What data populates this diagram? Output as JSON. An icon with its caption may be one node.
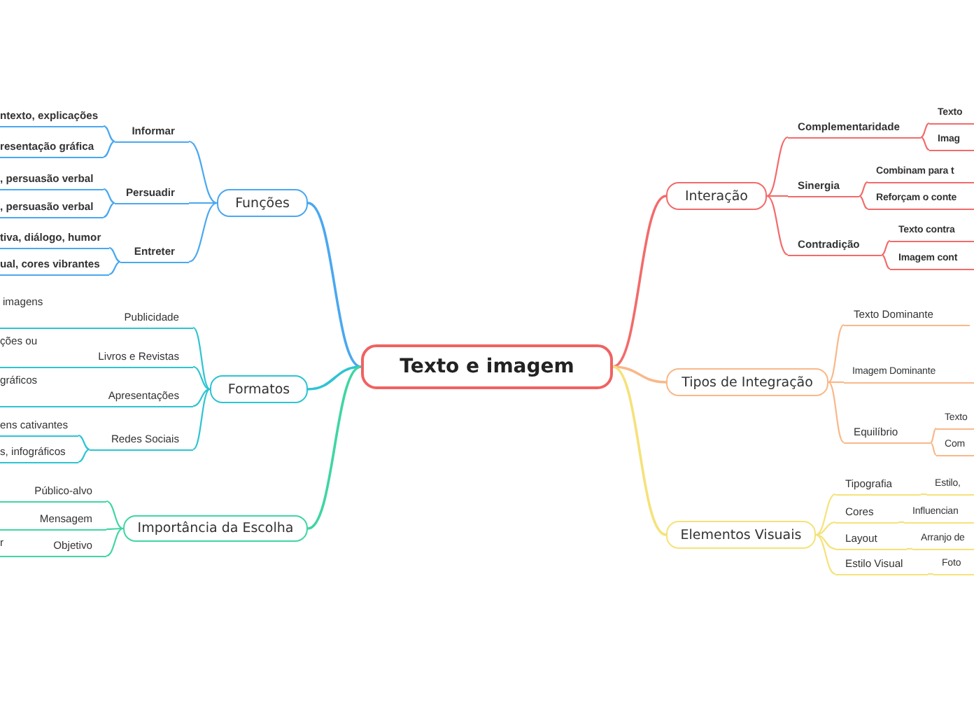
{
  "diagram": {
    "nodes": [
      {
        "text": [
          "Texto e imagem"
        ]
      },
      {
        "text": [
          "Funções"
        ]
      },
      {
        "text": [
          "Informar"
        ]
      },
      {
        "text": [
          "ntexto, explicações"
        ]
      },
      {
        "text": [
          "resentação gráfica"
        ]
      },
      {
        "text": [
          "Persuadir"
        ]
      },
      {
        "text": [
          ", persuasão verbal"
        ]
      },
      {
        "text": [
          ", persuasão verbal"
        ]
      },
      {
        "text": [
          "Entreter"
        ]
      },
      {
        "text": [
          "tiva, diálogo, humor"
        ]
      },
      {
        "text": [
          "ual, cores vibrantes"
        ]
      },
      {
        "text": [
          "Formatos"
        ]
      },
      {
        "text": [
          "Publicidade"
        ]
      },
      {
        "text": [
          "Livros e Revistas"
        ]
      },
      {
        "text": [
          "Apresentações"
        ]
      },
      {
        "text": [
          "Redes Sociais"
        ]
      },
      {
        "text": [
          "ens cativantes"
        ]
      },
      {
        "text": [
          "s, infográficos"
        ]
      },
      {
        "text": [
          "Importância da Escolha"
        ]
      },
      {
        "text": [
          "Público-alvo"
        ]
      },
      {
        "text": [
          "Mensagem"
        ]
      },
      {
        "text": [
          "Objetivo"
        ]
      },
      {
        "text": [
          "Interação"
        ]
      },
      {
        "text": [
          "Complementaridade"
        ]
      },
      {
        "text": [
          "Texto"
        ]
      },
      {
        "text": [
          "Imag"
        ]
      },
      {
        "text": [
          "Sinergia"
        ]
      },
      {
        "text": [
          "Combinam para t"
        ]
      },
      {
        "text": [
          "Reforçam o conte"
        ]
      },
      {
        "text": [
          "Contradição"
        ]
      },
      {
        "text": [
          "Texto contra"
        ]
      },
      {
        "text": [
          "Imagem cont"
        ]
      },
      {
        "text": [
          "Tipos de Integração"
        ]
      },
      {
        "text": [
          "Texto Dominante"
        ]
      },
      {
        "text": [
          "Imagem Dominante"
        ]
      },
      {
        "text": [
          "Equilíbrio"
        ]
      },
      {
        "text": [
          "Texto"
        ]
      },
      {
        "text": [
          "Com"
        ]
      },
      {
        "text": [
          "Elementos Visuais"
        ]
      },
      {
        "text": [
          "Tipografia"
        ]
      },
      {
        "text": [
          "Estilo,"
        ]
      },
      {
        "text": [
          "Cores"
        ]
      },
      {
        "text": [
          "Influencian"
        ]
      },
      {
        "text": [
          "Layout"
        ]
      },
      {
        "text": [
          "Arranjo de"
        ]
      },
      {
        "text": [
          "Estilo Visual"
        ]
      },
      {
        "text": [
          "Foto"
        ]
      }
    ],
    "edges": [
      {
        "from": 0,
        "to": 1,
        "arrow": "none",
        "color": "#4aa8f0"
      },
      {
        "from": 1,
        "to": 2,
        "arrow": "none",
        "color": "#4aa8f0"
      },
      {
        "from": 2,
        "to": 3,
        "arrow": "none",
        "color": "#4aa8f0"
      },
      {
        "from": 2,
        "to": 4,
        "arrow": "none",
        "color": "#4aa8f0"
      },
      {
        "from": 1,
        "to": 5,
        "arrow": "none",
        "color": "#4aa8f0"
      },
      {
        "from": 5,
        "to": 6,
        "arrow": "none",
        "color": "#4aa8f0"
      },
      {
        "from": 5,
        "to": 7,
        "arrow": "none",
        "color": "#4aa8f0"
      },
      {
        "from": 1,
        "to": 8,
        "arrow": "none",
        "color": "#4aa8f0"
      },
      {
        "from": 8,
        "to": 9,
        "arrow": "none",
        "color": "#4aa8f0"
      },
      {
        "from": 8,
        "to": 10,
        "arrow": "none",
        "color": "#4aa8f0"
      },
      {
        "from": 0,
        "to": 11,
        "arrow": "none",
        "color": "#2ec4d2"
      },
      {
        "from": 11,
        "to": 12,
        "arrow": "none",
        "color": "#2ec4d2"
      },
      {
        "from": 11,
        "to": 13,
        "arrow": "none",
        "color": "#2ec4d2"
      },
      {
        "from": 11,
        "to": 14,
        "arrow": "none",
        "color": "#2ec4d2"
      },
      {
        "from": 11,
        "to": 15,
        "arrow": "none",
        "color": "#2ec4d2"
      },
      {
        "from": 15,
        "to": 16,
        "arrow": "none",
        "color": "#2ec4d2"
      },
      {
        "from": 15,
        "to": 17,
        "arrow": "none",
        "color": "#2ec4d2"
      },
      {
        "from": 0,
        "to": 18,
        "arrow": "none",
        "color": "#3fd6a2"
      },
      {
        "from": 18,
        "to": 19,
        "arrow": "none",
        "color": "#3fd6a2"
      },
      {
        "from": 18,
        "to": 20,
        "arrow": "none",
        "color": "#3fd6a2"
      },
      {
        "from": 18,
        "to": 21,
        "arrow": "none",
        "color": "#3fd6a2"
      },
      {
        "from": 0,
        "to": 22,
        "arrow": "none",
        "color": "#f36b6b"
      },
      {
        "from": 22,
        "to": 23,
        "arrow": "none",
        "color": "#f36b6b"
      },
      {
        "from": 23,
        "to": 24,
        "arrow": "none",
        "color": "#f36b6b"
      },
      {
        "from": 23,
        "to": 25,
        "arrow": "none",
        "color": "#f36b6b"
      },
      {
        "from": 22,
        "to": 26,
        "arrow": "none",
        "color": "#f36b6b"
      },
      {
        "from": 26,
        "to": 27,
        "arrow": "none",
        "color": "#f36b6b"
      },
      {
        "from": 26,
        "to": 28,
        "arrow": "none",
        "color": "#f36b6b"
      },
      {
        "from": 22,
        "to": 29,
        "arrow": "none",
        "color": "#f36b6b"
      },
      {
        "from": 29,
        "to": 30,
        "arrow": "none",
        "color": "#f36b6b"
      },
      {
        "from": 29,
        "to": 31,
        "arrow": "none",
        "color": "#f36b6b"
      },
      {
        "from": 0,
        "to": 32,
        "arrow": "none",
        "color": "#f9b889"
      },
      {
        "from": 32,
        "to": 33,
        "arrow": "none",
        "color": "#f9b889"
      },
      {
        "from": 32,
        "to": 34,
        "arrow": "none",
        "color": "#f9b889"
      },
      {
        "from": 32,
        "to": 35,
        "arrow": "none",
        "color": "#f9b889"
      },
      {
        "from": 35,
        "to": 36,
        "arrow": "none",
        "color": "#f9b889"
      },
      {
        "from": 35,
        "to": 37,
        "arrow": "none",
        "color": "#f9b889"
      },
      {
        "from": 0,
        "to": 38,
        "arrow": "none",
        "color": "#f5e27a"
      },
      {
        "from": 38,
        "to": 39,
        "arrow": "none",
        "color": "#f5e27a"
      },
      {
        "from": 39,
        "to": 40,
        "arrow": "none",
        "color": "#f5e27a"
      },
      {
        "from": 38,
        "to": 41,
        "arrow": "none",
        "color": "#f5e27a"
      },
      {
        "from": 41,
        "to": 42,
        "arrow": "none",
        "color": "#f5e27a"
      },
      {
        "from": 38,
        "to": 43,
        "arrow": "none",
        "color": "#f5e27a"
      },
      {
        "from": 43,
        "to": 44,
        "arrow": "none",
        "color": "#f5e27a"
      },
      {
        "from": 38,
        "to": 45,
        "arrow": "none",
        "color": "#f5e27a"
      },
      {
        "from": 45,
        "to": 46,
        "arrow": "none",
        "color": "#f5e27a"
      }
    ],
    "labels": [
      "imagens",
      "ções ou",
      "gráficos",
      "r"
    ]
  }
}
